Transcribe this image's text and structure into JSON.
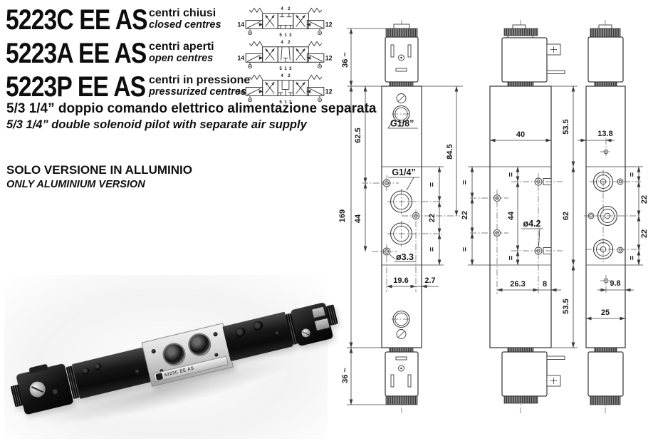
{
  "header": {
    "models": [
      {
        "code": "5223C EE AS",
        "desc_it": "centri chiusi",
        "desc_en": "closed centres"
      },
      {
        "code": "5223A EE AS",
        "desc_it": "centri aperti",
        "desc_en": "open centres"
      },
      {
        "code": "5223P EE AS",
        "desc_it": "centri in pressione",
        "desc_en": "pressurized centres"
      }
    ],
    "subtitle_it": "5/3 1/4” doppio comando elettrico alimentazione separata",
    "subtitle_en": "5/3 1/4” double solenoid pilot with separate air supply"
  },
  "note": {
    "it": "SOLO VERSIONE IN ALLUMINIO",
    "en": "ONLY ALUMINIUM VERSION"
  },
  "schematic": {
    "p14": "14",
    "p12": "12",
    "p4": "4",
    "p2": "2",
    "p5": "5",
    "p1": "1",
    "p3": "3"
  },
  "dims": {
    "sol_h": "36 ~",
    "total_h": "169",
    "top_port": "62.5",
    "hole_span": "44",
    "pilot_h": "84.5",
    "port_pitch": "22",
    "eq": "=",
    "g18": "G1/8”",
    "g14": "G1/4”",
    "hole33": "ø3.3",
    "w196": "19.6",
    "w27": "2.7",
    "body_w": "40",
    "sec535": "53.5",
    "sec62": "62",
    "hole42": "ø4.2",
    "w263": "26.3",
    "w8": "8",
    "w138": "13.8",
    "w98": "9.8",
    "w25": "25"
  },
  "photo": {
    "label": "5223C EE AS"
  }
}
